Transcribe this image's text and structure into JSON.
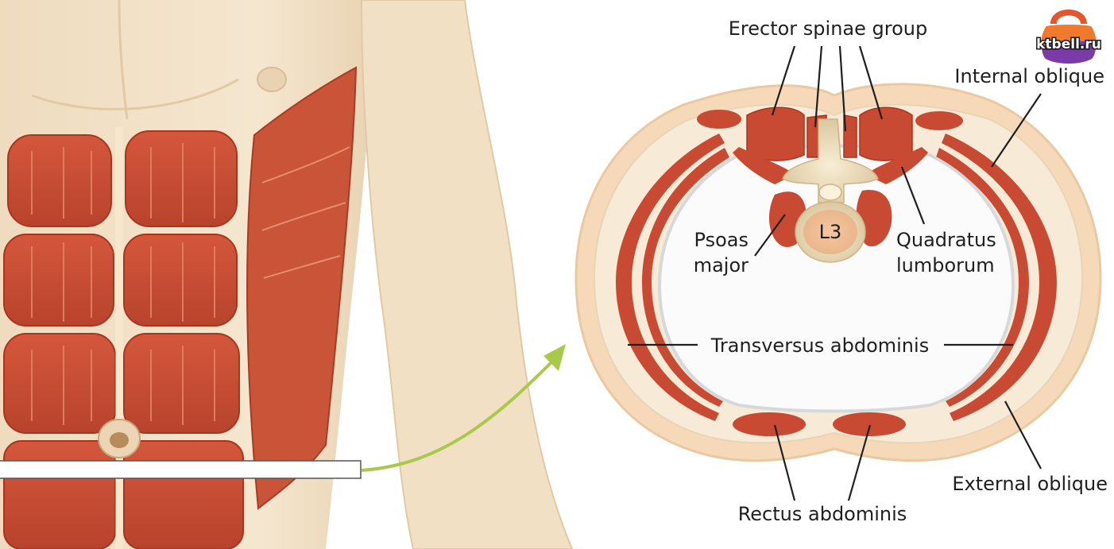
{
  "labels": {
    "erector_spinae": "Erector spinae group",
    "internal_oblique": "Internal oblique",
    "psoas_line1": "Psoas",
    "psoas_line2": "major",
    "quadratus_line1": "Quadratus",
    "quadratus_line2": "lumborum",
    "vertebra": "L3",
    "transversus": "Transversus abdominis",
    "external_oblique": "External oblique",
    "rectus": "Rectus abdominis"
  },
  "watermark": {
    "text": "ktbell.ru"
  },
  "colors": {
    "muscle": "#c94a33",
    "muscle_dark": "#a8361f",
    "skin": "#f3e2c8",
    "fat": "#f6d9b8",
    "bone": "#efe3c4",
    "accent_arrow": "#a9c94a"
  }
}
